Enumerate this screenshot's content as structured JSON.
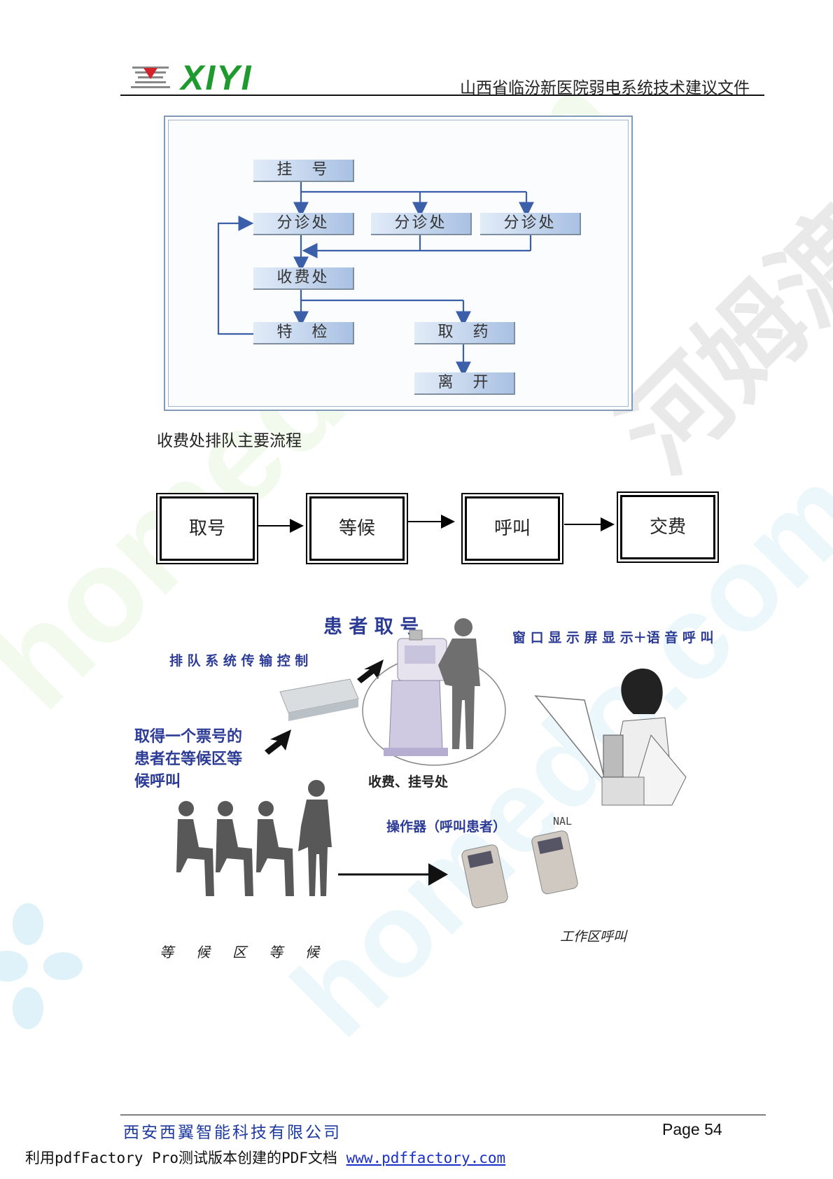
{
  "header": {
    "logo_text": "XIYI",
    "document_title": "山西省临汾新医院弱电系统技术建议文件"
  },
  "flowchart": {
    "boxes": [
      "挂　号",
      "分诊处",
      "分诊处",
      "分诊处",
      "收费处",
      "特　检",
      "取　药",
      "离　开"
    ]
  },
  "queue_section": {
    "caption": "收费处排队主要流程",
    "steps": [
      "取号",
      "等候",
      "呼叫",
      "交费"
    ]
  },
  "illustration": {
    "patient_ticket": "患 者 取 号",
    "transmission": "排 队 系 统 传 输 控 制",
    "window_display": "窗 口 显 示 屏 显 示＋语 音 呼 叫",
    "waiting_note": [
      "取得一个票号的",
      "患者在等候区等",
      "候呼叫"
    ],
    "counter": "收费、挂号处",
    "operator": "操作器（呼叫患者）",
    "monitor_label": "NAL",
    "work_call": "工作区呼叫",
    "waiting_area": [
      "等",
      "候",
      "区",
      "等",
      "候"
    ]
  },
  "footer": {
    "company": "西安西翼智能科技有限公司",
    "page": "Page 54"
  },
  "pdf_note": {
    "text": "利用pdfFactory Pro测试版本创建的PDF文档 ",
    "link": "www.pdffactory.com"
  },
  "watermark": {
    "text1": "homedo.com",
    "text2": "河姆渡"
  },
  "colors": {
    "logo_green": "#1f9a2e",
    "heading_blue": "#2c3c96",
    "footer_blue": "#1e3aa0",
    "box_gradient_light": "#e2ecf8",
    "box_gradient_dark": "#a9c1e3"
  }
}
